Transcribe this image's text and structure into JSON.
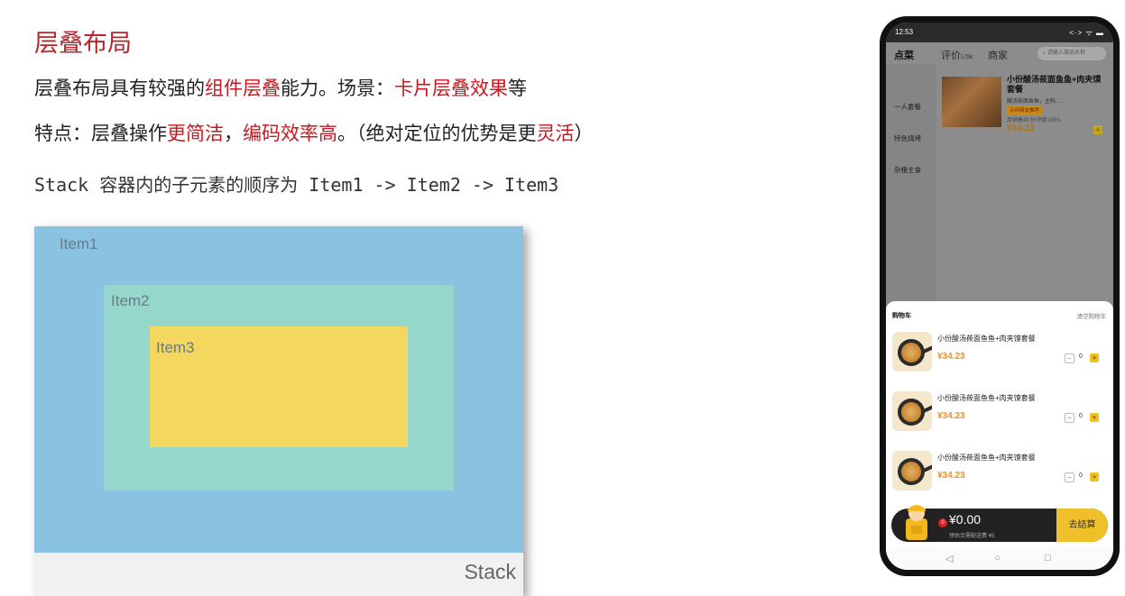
{
  "slide": {
    "title": "层叠布局",
    "line1": {
      "a": "层叠布局具有较强的",
      "b": "组件层叠",
      "c": "能力。场景：",
      "d": "卡片层叠效果",
      "e": "等"
    },
    "line2": {
      "a": "特点：层叠操作",
      "b": "更简洁",
      "c": "，",
      "d": "编码效率高",
      "e": "。（绝对定位的优势是更",
      "f": "灵活",
      "g": "）"
    },
    "code": "Stack 容器内的子元素的顺序为 Item1 -> Item2 -> Item3"
  },
  "demo": {
    "item1": "Item1",
    "item2": "Item2",
    "item3": "Item3",
    "stack": "Stack",
    "colors": {
      "item1": "#89c3e1",
      "item2": "#95d8cb",
      "item3": "#f4d75e",
      "stack": "#f1f1f1"
    }
  },
  "phone": {
    "status": {
      "time": "12:53",
      "icons": "<·> ᯤ ▬"
    },
    "tabs": [
      {
        "label": "点菜"
      },
      {
        "label": "评价",
        "count": "1796"
      },
      {
        "label": "商家"
      }
    ],
    "search_placeholder": "请输入菜品名称",
    "categories": [
      "一人套餐",
      "特色烧烤",
      "杂粮主食"
    ],
    "food": {
      "title": "小份酸汤莜面鱼鱼+肉夹馍套餐",
      "desc": "酸汤莜面鱼鱼，主料: ...",
      "tag": "点评网友推荐",
      "sales": "月销售40 好评度100%",
      "price": "¥34.23",
      "plus": "+"
    },
    "cart": {
      "title": "购物车",
      "clear": "清空购物车",
      "items": [
        {
          "name": "小份酸汤莜面鱼鱼+肉夹馍套餐",
          "price": "¥34.23",
          "count": "0"
        },
        {
          "name": "小份酸汤莜面鱼鱼+肉夹馍套餐",
          "price": "¥34.23",
          "count": "0"
        },
        {
          "name": "小份酸汤莜面鱼鱼+肉夹馍套餐",
          "price": "¥34.23",
          "count": "0"
        }
      ],
      "minus": "−",
      "plus": "+"
    },
    "bar": {
      "total": "¥0.00",
      "delivery": "预估另需配送费 ¥5",
      "checkout": "去结算",
      "badge": "0"
    },
    "nav": {
      "back": "◁",
      "home": "○",
      "recent": "□"
    }
  }
}
